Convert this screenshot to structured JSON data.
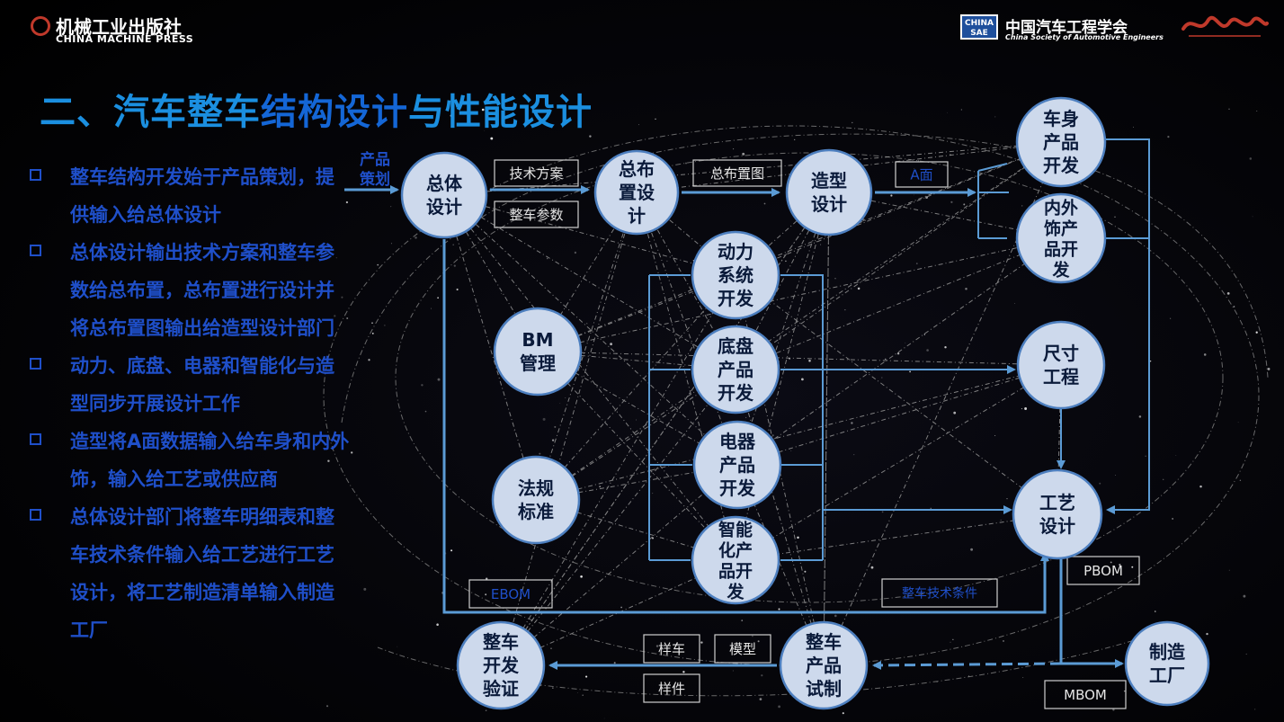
{
  "header": {
    "left_logo_cn": "机械工业出版社",
    "left_logo_en": "CHINA MACHINE PRESS",
    "sae_badge_top": "CHINA",
    "sae_badge_bottom": "SAE",
    "sae_cn": "中国汽车工程学会",
    "sae_en": "China Society of Automotive Engineers"
  },
  "title": {
    "part1": "二、汽车整车",
    "part2": "结构设计",
    "part3": "与性能设计"
  },
  "bullets": [
    "整车结构开发始于产品策划，提供输入给总体设计",
    "总体设计输出技术方案和整车参数给总布置，总布置进行设计并将总布置图输出给造型设计部门",
    "动力、底盘、电器和智能化与造型同步开展设计工作",
    "造型将A面数据输入给车身和内外饰，输入给工艺或供应商",
    "总体设计部门将整车明细表和整车技术条件输入给工艺进行工艺设计，将工艺制造清单输入制造工厂"
  ],
  "diagram": {
    "input_label": [
      "产品",
      "策划"
    ],
    "nodes": [
      {
        "id": "zongti",
        "lines": [
          "总体",
          "设计"
        ]
      },
      {
        "id": "zongbuzhi",
        "lines": [
          "总布",
          "置设",
          "计"
        ]
      },
      {
        "id": "zaoxing",
        "lines": [
          "造型",
          "设计"
        ]
      },
      {
        "id": "cheshen",
        "lines": [
          "车身",
          "产品",
          "开发"
        ]
      },
      {
        "id": "neiwaishi",
        "lines": [
          "内外",
          "饰产",
          "品开",
          "发"
        ]
      },
      {
        "id": "dongli",
        "lines": [
          "动力",
          "系统",
          "开发"
        ]
      },
      {
        "id": "dipan",
        "lines": [
          "底盘",
          "产品",
          "开发"
        ]
      },
      {
        "id": "dianqi",
        "lines": [
          "电器",
          "产品",
          "开发"
        ]
      },
      {
        "id": "zhineng",
        "lines": [
          "智能",
          "化产",
          "品开",
          "发"
        ]
      },
      {
        "id": "bm",
        "lines": [
          "BM",
          "管理"
        ]
      },
      {
        "id": "fagui",
        "lines": [
          "法规",
          "标准"
        ]
      },
      {
        "id": "chicun",
        "lines": [
          "尺寸",
          "工程"
        ]
      },
      {
        "id": "gongyi",
        "lines": [
          "工艺",
          "设计"
        ]
      },
      {
        "id": "yanzheng",
        "lines": [
          "整车",
          "开发",
          "验证"
        ]
      },
      {
        "id": "shizhi",
        "lines": [
          "整车",
          "产品",
          "试制"
        ]
      },
      {
        "id": "zhizao",
        "lines": [
          "制造",
          "工厂"
        ]
      }
    ],
    "labels": {
      "tech_plan": "技术方案",
      "vehicle_params": "整车参数",
      "layout_drawing": "总布置图",
      "a_surface": "A面",
      "ebom": "EBOM",
      "pbom": "PBOM",
      "mbom": "MBOM",
      "tech_conditions": "整车技术条件",
      "sample_car": "样车",
      "model": "模型",
      "sample_part": "样件"
    }
  },
  "colors": {
    "background": "#000000",
    "node_fill": "#cdd9ec",
    "node_stroke": "#4d7fbf",
    "node_text": "#0a1a3a",
    "arrow": "#5b9bd5",
    "title": "#1b8fe0",
    "bullet": "#1f4fc9"
  }
}
